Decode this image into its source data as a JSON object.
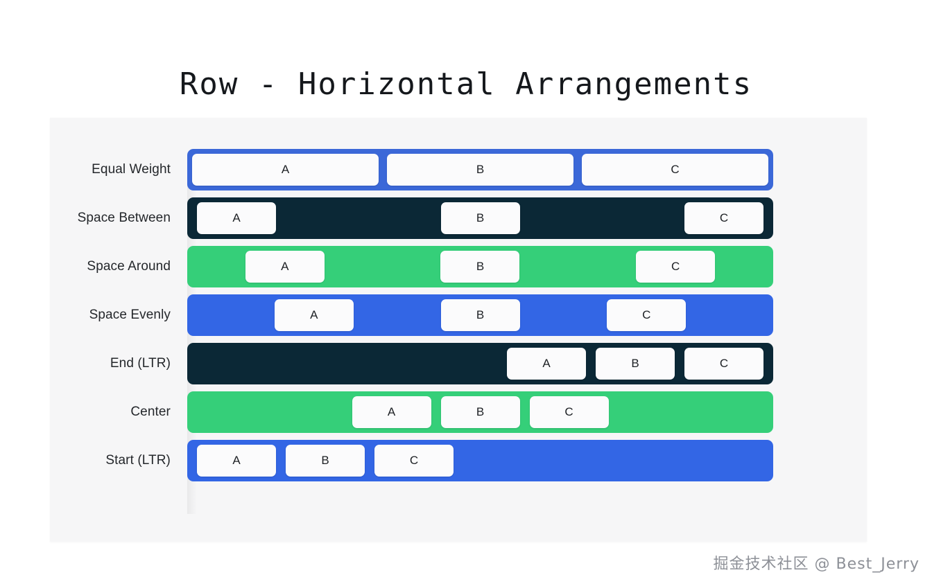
{
  "slide": {
    "title": "Row - Horizontal Arrangements",
    "watermark": "掘金技术社区 @ Best_Jerry"
  },
  "colors": {
    "blue": "#3b68d8",
    "blue_bright": "#3366e5",
    "navy": "#0b2836",
    "green": "#35cf79",
    "panel_bg": "#f6f6f7",
    "chip_bg": "#fbfbfc",
    "page_bg": "#ffffff",
    "title_color": "#15181c",
    "label_color": "#24272b",
    "watermark_color": "#8d9097"
  },
  "rows": [
    {
      "label": "Equal Weight",
      "arrangement": "equal",
      "track_color": "#3b68d8",
      "items": [
        {
          "label": "A"
        },
        {
          "label": "B"
        },
        {
          "label": "C"
        }
      ]
    },
    {
      "label": "Space Between",
      "arrangement": "space-between",
      "track_color": "#0b2836",
      "items": [
        {
          "label": "A"
        },
        {
          "label": "B"
        },
        {
          "label": "C"
        }
      ]
    },
    {
      "label": "Space Around",
      "arrangement": "space-around",
      "track_color": "#35cf79",
      "items": [
        {
          "label": "A"
        },
        {
          "label": "B"
        },
        {
          "label": "C"
        }
      ]
    },
    {
      "label": "Space Evenly",
      "arrangement": "space-evenly",
      "track_color": "#3366e5",
      "items": [
        {
          "label": "A"
        },
        {
          "label": "B"
        },
        {
          "label": "C"
        }
      ]
    },
    {
      "label": "End (LTR)",
      "arrangement": "end-ltr",
      "track_color": "#0b2836",
      "items": [
        {
          "label": "A"
        },
        {
          "label": "B"
        },
        {
          "label": "C"
        }
      ]
    },
    {
      "label": "Center",
      "arrangement": "center",
      "track_color": "#35cf79",
      "items": [
        {
          "label": "A"
        },
        {
          "label": "B"
        },
        {
          "label": "C"
        }
      ]
    },
    {
      "label": "Start (LTR)",
      "arrangement": "start-ltr",
      "track_color": "#3366e5",
      "items": [
        {
          "label": "A"
        },
        {
          "label": "B"
        },
        {
          "label": "C"
        }
      ]
    }
  ]
}
